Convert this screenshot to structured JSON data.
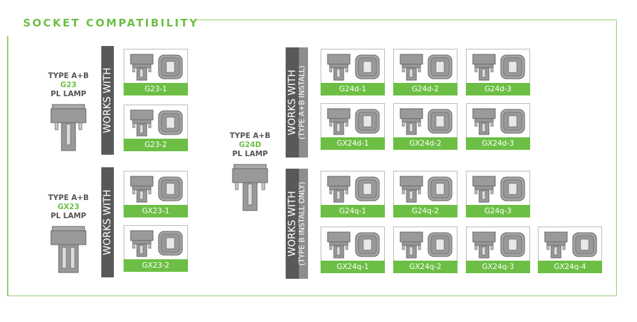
{
  "title": "SOCKET COMPATIBILITY",
  "colors": {
    "accent": "#6cbf44",
    "dark_bar": "#59595b",
    "light_bar": "#8e8e90"
  },
  "lamps": [
    {
      "line1": "TYPE A+B",
      "code": "G23",
      "line3": "PL LAMP"
    },
    {
      "line1": "TYPE A+B",
      "code": "GX23",
      "line3": "PL LAMP"
    },
    {
      "line1": "TYPE A+B",
      "code": "G24D",
      "line3": "PL LAMP"
    }
  ],
  "bars": [
    {
      "label": "WORKS WITH"
    },
    {
      "label": "WORKS WITH"
    },
    {
      "label": "WORKS WITH",
      "sub": "(TYPE A+B INSTALL)"
    },
    {
      "label": "WORKS WITH",
      "sub": "(TYPE B INSTALL ONLY)"
    }
  ],
  "groups": [
    {
      "cards": [
        "G23-1",
        "G23-2"
      ]
    },
    {
      "cards": [
        "GX23-1",
        "GX23-2"
      ]
    },
    {
      "cards": [
        "G24d-1",
        "G24d-2",
        "G24d-3",
        "GX24d-1",
        "GX24d-2",
        "GX24d-3"
      ]
    },
    {
      "cards": [
        "G24q-1",
        "G24q-2",
        "G24q-3",
        "GX24q-1",
        "GX24q-2",
        "GX24q-3",
        "GX24q-4"
      ]
    }
  ]
}
